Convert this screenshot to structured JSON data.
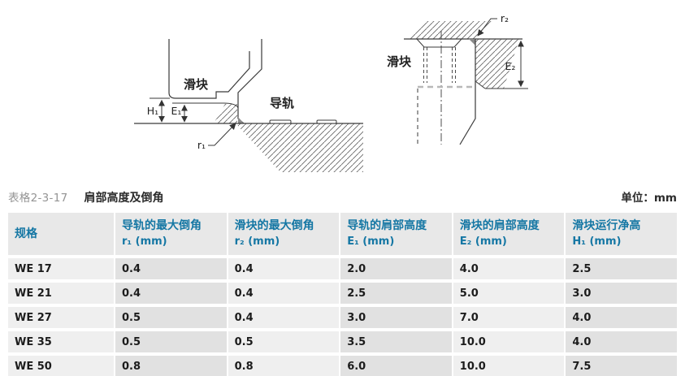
{
  "caption": {
    "prefix": "表格2-3-17",
    "title": "肩部高度及倒角",
    "unit": "单位：mm"
  },
  "diagram_labels": {
    "left_slider": "滑块",
    "left_rail": "导轨",
    "h1": "H₁",
    "e1": "E₁",
    "r1": "r₁",
    "right_slider": "滑块",
    "e2": "E₂",
    "r2": "r₂"
  },
  "table": {
    "columns": [
      {
        "label": "规格",
        "sub": ""
      },
      {
        "label": "导轨的最大倒角",
        "sub": "r₁ (mm)"
      },
      {
        "label": "滑块的最大倒角",
        "sub": "r₂ (mm)"
      },
      {
        "label": "导轨的肩部高度",
        "sub": "E₁ (mm)"
      },
      {
        "label": "滑块的肩部高度",
        "sub": "E₂ (mm)"
      },
      {
        "label": "滑块运行净高",
        "sub": "H₁ (mm)"
      }
    ],
    "rows": [
      [
        "WE 17",
        "0.4",
        "0.4",
        "2.0",
        "4.0",
        "2.5"
      ],
      [
        "WE 21",
        "0.4",
        "0.4",
        "2.5",
        "5.0",
        "3.0"
      ],
      [
        "WE 27",
        "0.5",
        "0.4",
        "3.0",
        "7.0",
        "4.0"
      ],
      [
        "WE 35",
        "0.5",
        "0.5",
        "3.5",
        "10.0",
        "4.0"
      ],
      [
        "WE 50",
        "0.8",
        "0.8",
        "6.0",
        "10.0",
        "7.5"
      ]
    ]
  },
  "colors": {
    "header_text": "#1577a4",
    "header_bg": "#e8e8e8",
    "cell_light": "#efefef",
    "cell_dark": "#e1e1e1",
    "caption_gray": "#949494",
    "line_dark": "#3a3a3a"
  }
}
